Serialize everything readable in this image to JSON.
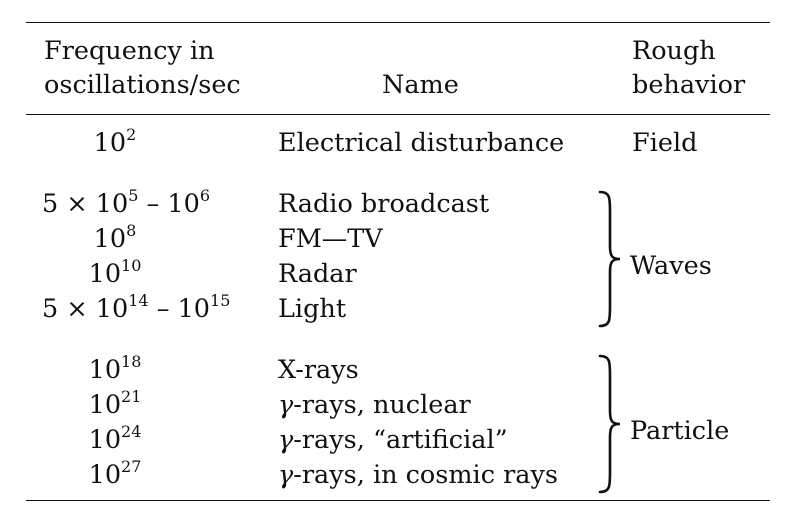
{
  "header": {
    "frequency_line1": "Frequency in",
    "frequency_line2": "oscillations/sec",
    "name": "Name",
    "behavior_line1": "Rough",
    "behavior_line2": "behavior"
  },
  "rows": [
    {
      "freq_base": "10",
      "freq_exp": "2",
      "name": "Electrical disturbance",
      "behavior": "Field"
    },
    {
      "freq_prefix": "5 × 10",
      "freq_exp1": "5",
      "freq_mid": " – 10",
      "freq_exp2": "6",
      "name": "Radio broadcast"
    },
    {
      "freq_base": "10",
      "freq_exp": "8",
      "name": "FM—TV"
    },
    {
      "freq_base": "10",
      "freq_exp": "10",
      "name": "Radar"
    },
    {
      "freq_prefix": "5 × 10",
      "freq_exp1": "14",
      "freq_mid": " – 10",
      "freq_exp2": "15",
      "name": "Light"
    },
    {
      "freq_base": "10",
      "freq_exp": "18",
      "name": "X-rays"
    },
    {
      "freq_base": "10",
      "freq_exp": "21",
      "name_gamma": "γ",
      "name_rest": "-rays, nuclear"
    },
    {
      "freq_base": "10",
      "freq_exp": "24",
      "name_gamma": "γ",
      "name_rest": "-rays, “artificial”"
    },
    {
      "freq_base": "10",
      "freq_exp": "27",
      "name_gamma": "γ",
      "name_rest": "-rays, in cosmic rays"
    }
  ],
  "groups": {
    "waves": "Waves",
    "particle": "Particle"
  }
}
